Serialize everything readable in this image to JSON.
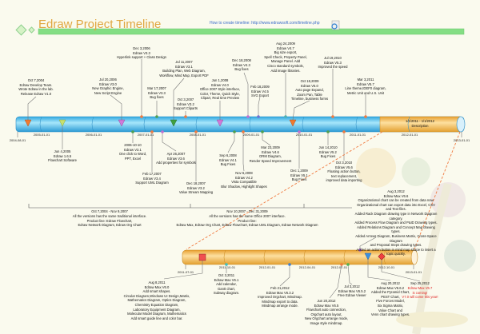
{
  "header": {
    "title": "Edraw Project Timeline",
    "link": "How to create timeline: http://www.edrawsoft.com/timeline.php"
  },
  "colors": {
    "header_bar": "#84de84",
    "main_bar": "#5ec8f0",
    "highlight": "#f7c070",
    "bottom_bar": "#f5bd4c",
    "dash": "#f07a40"
  },
  "main_ticks": [
    "2004-08-01",
    "2005-01-01",
    "2006-01-01",
    "2007-01-01",
    "2008-01-01",
    "2009-01-01",
    "2010-01-01",
    "2011-01-01",
    "2012-01-01",
    "2013-01-01"
  ],
  "highlight": {
    "range": "1/1/2011 - 1/1/2012",
    "label": "Description"
  },
  "top_events": [
    "Oct 7,2004\nEdraw Develop Team.\nWrote Edraw in the lab.\nRelease Edraw V1.0",
    "Jul 20,2006\nEdraw V3.0\nNew Graphic Engine,\nNew Script Engine",
    "Dec 3,2006\nEdraw V3.3\nHyperlink support + Class Design",
    "Mar 17,2007\nEdraw V3.3\nBug fixes",
    "Jul 11,2007\nEdraw V3.1\nBuilding Plan, Web Diagram,\nWorkflow, Mind Map, Export PDF",
    "Oct 3,2007\nEdraw V3.2\nSupport Cliparts",
    "Jun 1,2008\nEdraw V4.0\nOffice 2007 Style interface,\nColor, Theme, Quick Style,\nClipart, Real time Preview",
    "Dec 18,2008\nEdraw V4.3\nBug fixes",
    "Feb 18,2009\nEdraw V4.5\nSVG Export",
    "Aug 24,2009\nEdraw V4.7\nBig size export,\nSpell Check, Property Panel,\nManage Panel. Add\nCisco standard symbols,\nAdd image libraries.",
    "Oct 18,2009\nEdraw V5.0\nAuto page Expand,\nZoom Pan, Table\nTimeline, business forms",
    "Jul 19,2010\nEdraw V5.3\nImproved the speed",
    "Mar 3,2011\nEdraw V5.7\nLine theme,IDEF0 diagram,\nMetric Unit and U.S. Unit"
  ],
  "below_events": [
    "Jun 4,2005\nEdraw 1.6.5\nFlowchart Software",
    "2006-10-10\nEdraw V3.1\nOne click to Word,\nPPT, Excel",
    "Feb 17,2007\nEdraw V3.4\nSupport UML Diagram",
    "Apr 26,2007\nEdraw V3.6\nAdd properties for symbols",
    "Dec 18,2007\nEdraw V3.2\nValue Stream Mapping",
    "Sep 6,2008\nEdraw V4.1\nBug Fixes",
    "Mar 23,2009\nEdraw V4.6\nORM Diagram,\nRender Speed Improvement",
    "Nov 6,2008\nEdraw V4.2\nVista Compatible\nBlur Shadow, Highlight Shapes",
    "Dec 1,2009\nEdraw V5.1\nBug Fixes",
    "Jun 14,2010\nEdraw V5.2\nBug Fixes",
    "Oct 3,2010\nEdraw V5.6\nFloating action button,\ntext replacement,\nimproved data importing"
  ],
  "periods": [
    {
      "range": "Oct 7,2004 - Nov 9,2007",
      "text": "All the versions has the same traditional interface.\nProduct line: Edraw Flowchart,\nEdraw Network Diagram, Edraw Org Chart"
    },
    {
      "range": "Nov 10,2007 - Dec 31,2009",
      "text": "All the versions has the same Office 2007 interface.\nProduct line:\nEdraw Max, Edraw Org Chart, Edraw Flowchart, Edraw UML Diagram, Edraw Network Diagram"
    }
  ],
  "big_note": "Aug 3,2012\nEdraw Max V6.6\nOrganizational chart can be created from data now.\nOrganizational chart can export data into Excel, CSV and Text files.\nAdded Rack Diagram drawing type in Network Diagram category.\nAdded Process Flow Diagram and P&ID Drawing types.\nAdded Relations Diagram and Concept Map drawing types.\nAdded Arrows Diagram, Business Matrix, Cross-Space Diagram\nand Proposal Steps drawing types.\nAdded an action button in mind map shape to insert a topic quickly.",
  "sub_ticks": [
    "2011-07-01",
    "2011-10-01",
    "2012-01-01",
    "2012-04-01",
    "2012-07-01",
    "2012-10-01",
    "2013-01-01"
  ],
  "sub_events": [
    "Aug 8,2011\nEdraw Max V6.0\nAdd smart shapes.\nCircular Diagram,Windows UI Design,Matrix,\nMathematics Diagram, Optics Diagram,\nChemistry Equation Diagram,\nLaboratory Equipment Diagram,\nMolecular Model Diagram, Mathematics\nAdd smart guide line and color bar.",
    "Oct 3,2011\nEdraw Max V6.1\nAdd calendar,\nGantt chart,\nSubway diagram.",
    "Feb 21,2012\nEdraw Max V6.3.2\nImproved Orgchart, Mindmap.\nMindmap export to data.\nMindmap arrange mode.",
    "Jun 20,2012\nEdraw Max V6.5\nFlowchart auto connection,\nOrgchart auto layout,\nNew Orgchart arrange mode,\nImage style mindmap.",
    "Jul 3,2012\nEdraw Max V6.5.2\nFree Edraw Viewer",
    "Aug 20,2012\nEdraw Max V6.6.2\nAdded the Pyramid Chart,\nPEST Chart,\nFive Forces Model,\nSix Sigma Matrix,\nValue Chart and\nVenn chart drawing types."
  ],
  "coming": {
    "date": "Sep 25,2012",
    "text": "Edraw Max V6.7\nis coming!\nV7.0 will come this year!"
  }
}
